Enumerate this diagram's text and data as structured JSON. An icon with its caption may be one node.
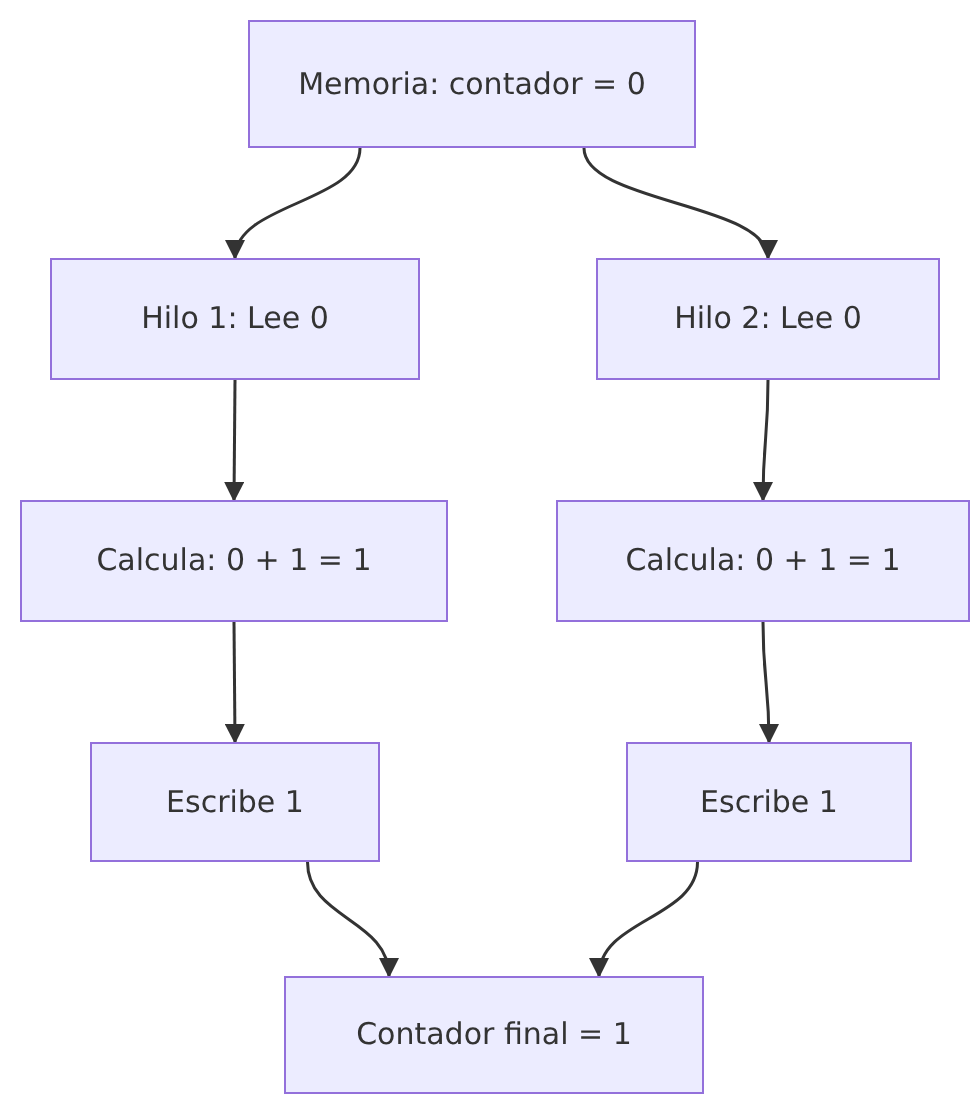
{
  "diagram": {
    "nodes": [
      {
        "text": [
          "Memoria: contador = 0"
        ]
      },
      {
        "text": [
          "Hilo 1: Lee 0"
        ]
      },
      {
        "text": [
          "Hilo 2: Lee 0"
        ]
      },
      {
        "text": [
          "Calcula: 0 + 1 = 1"
        ]
      },
      {
        "text": [
          "Calcula: 0 + 1 = 1"
        ]
      },
      {
        "text": [
          "Escribe 1"
        ]
      },
      {
        "text": [
          "Escribe 1"
        ]
      },
      {
        "text": [
          "Contador final = 1"
        ]
      }
    ],
    "edges": [
      {
        "from": 0,
        "to": 1,
        "arrow": "to"
      },
      {
        "from": 0,
        "to": 2,
        "arrow": "to"
      },
      {
        "from": 1,
        "to": 3,
        "arrow": "to"
      },
      {
        "from": 2,
        "to": 4,
        "arrow": "to"
      },
      {
        "from": 3,
        "to": 5,
        "arrow": "to"
      },
      {
        "from": 4,
        "to": 6,
        "arrow": "to"
      },
      {
        "from": 5,
        "to": 7,
        "arrow": "to"
      },
      {
        "from": 6,
        "to": 7,
        "arrow": "to"
      }
    ]
  }
}
